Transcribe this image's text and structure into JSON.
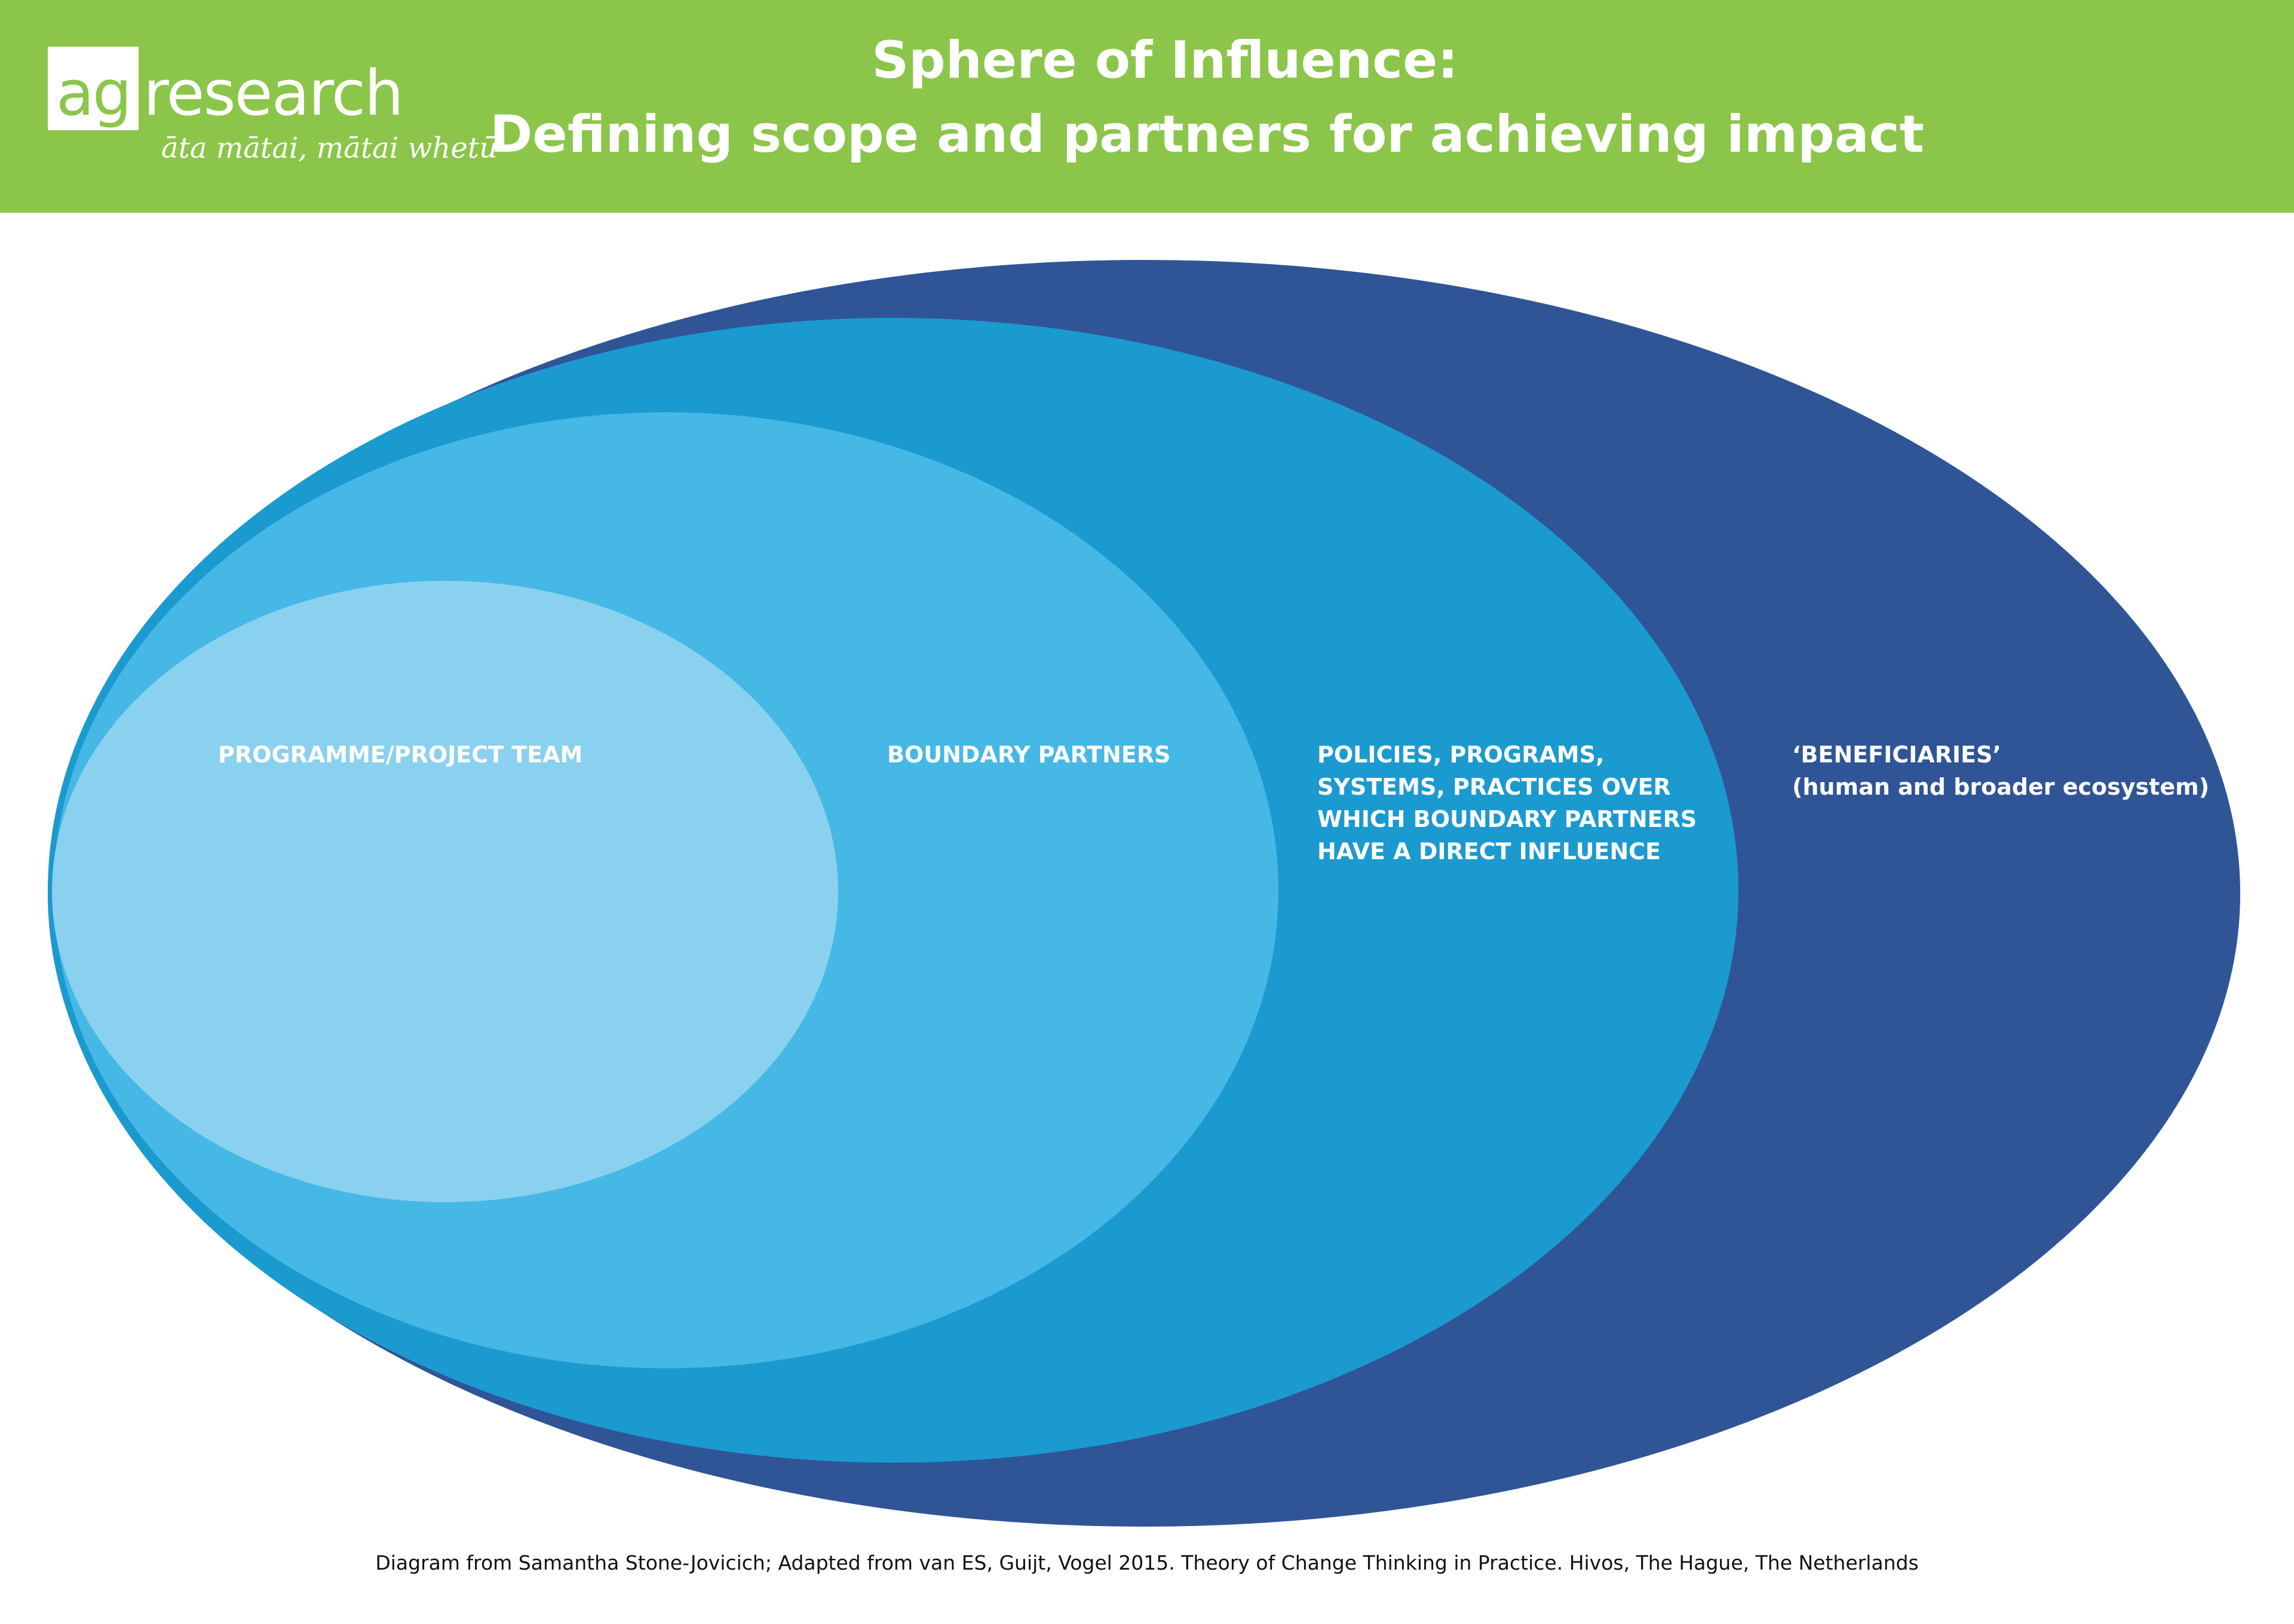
{
  "header": {
    "logo": {
      "ag": "ag",
      "research": "research",
      "tagline": "āta mātai, mātai whetū"
    },
    "title_line1": "Sphere of Influence:",
    "title_line2": "Defining scope and partners for achieving impact"
  },
  "colors": {
    "header_bg": "#8bc54a",
    "beneficiaries": "#2f5597",
    "policies": "#1b9ad0",
    "boundary_partners": "#46b8e6",
    "project_team": "#8ad1ef"
  },
  "spheres": {
    "project_team": {
      "label": "PROGRAMME/PROJECT TEAM"
    },
    "boundary_partners": {
      "label": "BOUNDARY PARTNERS"
    },
    "policies": {
      "lines": [
        "POLICIES, PROGRAMS,",
        "SYSTEMS, PRACTICES OVER",
        "WHICH BOUNDARY PARTNERS",
        "HAVE A DIRECT INFLUENCE"
      ]
    },
    "beneficiaries": {
      "label": "‘BENEFICIARIES’",
      "sublabel": "(human and broader ecosystem)"
    }
  },
  "footer": {
    "citation": "Diagram from Samantha Stone-Jovicich; Adapted from van ES, Guijt, Vogel 2015. Theory of Change Thinking in Practice. Hivos, The Hague, The Netherlands"
  }
}
